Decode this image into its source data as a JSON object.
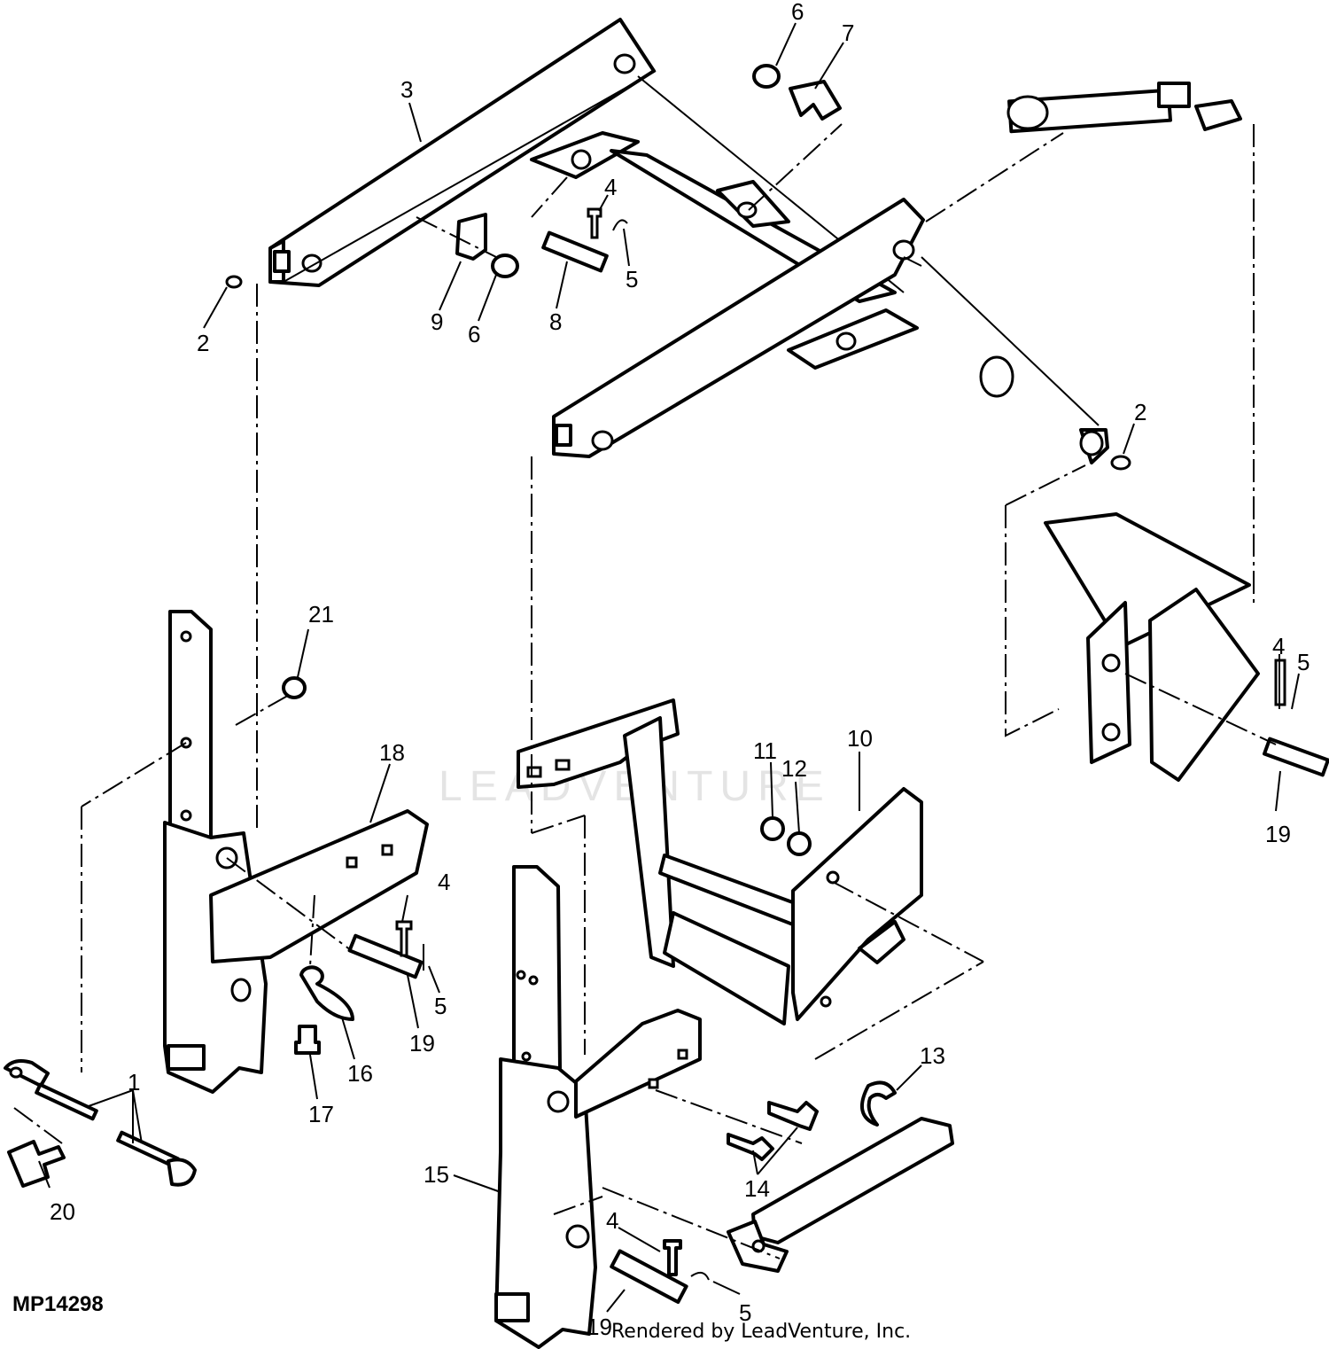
{
  "figure_id": "MP14298",
  "credit": "Rendered by LeadVenture, Inc.",
  "watermark": "LEADVENTURE",
  "callouts": {
    "c1": "1",
    "c2a": "2",
    "c2b": "2",
    "c3": "3",
    "c4a": "4",
    "c4b": "4",
    "c4c": "4",
    "c4d": "4",
    "c5a": "5",
    "c5b": "5",
    "c5c": "5",
    "c5d": "5",
    "c6a": "6",
    "c6b": "6",
    "c7": "7",
    "c8": "8",
    "c9": "9",
    "c10": "10",
    "c11": "11",
    "c12": "12",
    "c13": "13",
    "c14": "14",
    "c15": "15",
    "c16": "16",
    "c17": "17",
    "c18": "18",
    "c19a": "19",
    "c19b": "19",
    "c19c": "19",
    "c20": "20",
    "c21": "21"
  }
}
